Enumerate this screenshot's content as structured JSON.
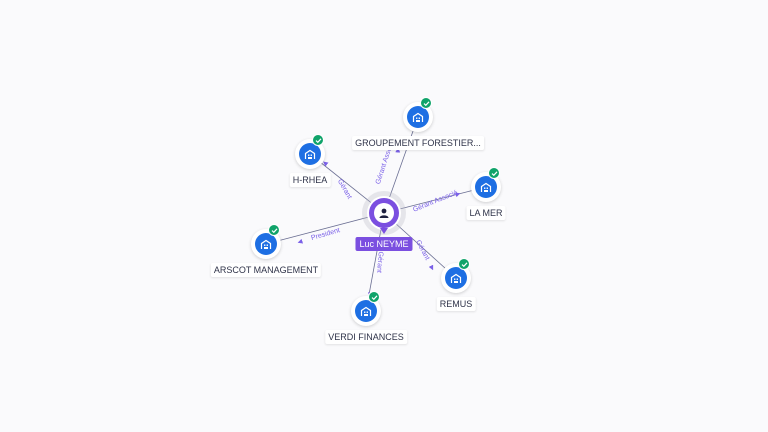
{
  "center": {
    "name": "Luc NEYME",
    "icon": "person-icon",
    "color": "#7b4fe0"
  },
  "companies": [
    {
      "id": "groupement",
      "label": "GROUPEMENT FORESTIER...",
      "relation": "Gérant Associé",
      "icon": "company-icon",
      "verified": true
    },
    {
      "id": "hrhea",
      "label": "H-RHEA",
      "relation": "Gérant",
      "icon": "company-icon",
      "verified": true
    },
    {
      "id": "lamer",
      "label": "LA MER",
      "relation": "Gérant Associé",
      "icon": "company-icon",
      "verified": true
    },
    {
      "id": "arscot",
      "label": "ARSCOT MANAGEMENT",
      "relation": "President",
      "icon": "company-icon",
      "verified": true
    },
    {
      "id": "remus",
      "label": "REMUS",
      "relation": "Gérant",
      "icon": "company-icon",
      "verified": true
    },
    {
      "id": "verdi",
      "label": "VERDI FINANCES",
      "relation": "Gérant",
      "icon": "company-icon",
      "verified": true
    }
  ],
  "colors": {
    "company": "#1e6fe3",
    "verified": "#10a36a",
    "relation": "#7b61e8"
  }
}
